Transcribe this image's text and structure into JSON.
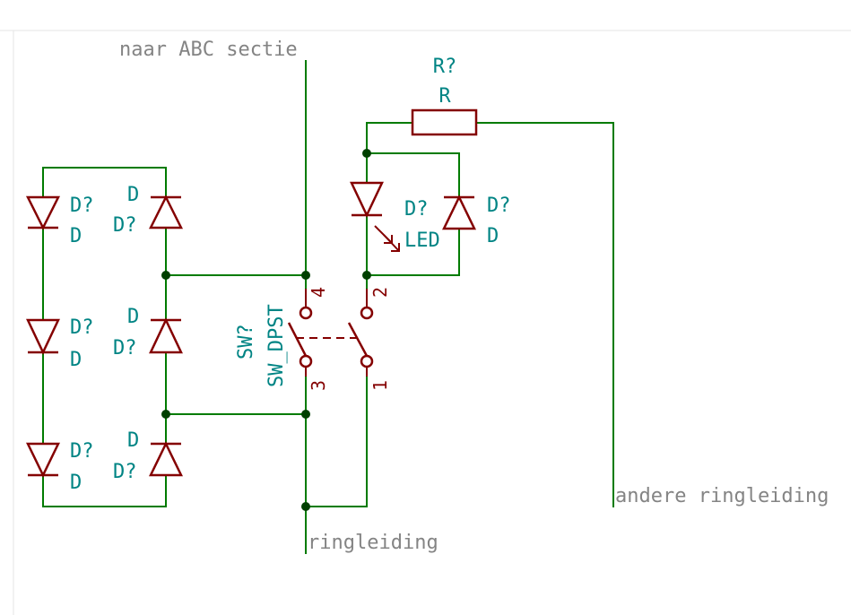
{
  "net_labels": {
    "top": "naar ABC sectie",
    "bottom": "ringleiding",
    "right": "andere ringleiding"
  },
  "resistor": {
    "ref": "R?",
    "value": "R"
  },
  "led": {
    "ref": "D?",
    "value": "LED"
  },
  "diode_parallel": {
    "ref": "D?",
    "value": "D"
  },
  "switch": {
    "ref": "SW?",
    "value": "SW_DPST",
    "pins": [
      "1",
      "2",
      "3",
      "4"
    ]
  },
  "bridge_diodes": [
    {
      "ref": "D?",
      "value": "D"
    },
    {
      "ref": "D?",
      "value": "D"
    },
    {
      "ref": "D?",
      "value": "D"
    },
    {
      "ref": "D?",
      "value": "D"
    },
    {
      "ref": "D?",
      "value": "D"
    },
    {
      "ref": "D?",
      "value": "D"
    }
  ],
  "colors": {
    "wire": "#007b00",
    "component": "#840000",
    "reference": "#008484",
    "net_label": "#848484",
    "junction": "#004000"
  }
}
